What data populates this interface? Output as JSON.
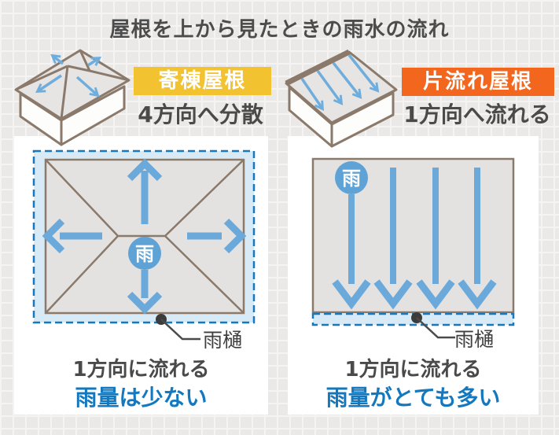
{
  "title": "屋根を上から見たときの雨水の流れ",
  "colors": {
    "badge_hip_bg": "#F2C230",
    "badge_shed_bg": "#F2661E",
    "arrow_blue": "#6CA9DB",
    "rain_circle_blue": "#5FA3D6",
    "gutter_fill": "#D8EAF6",
    "gutter_border_blue": "#1778BE",
    "roof_fill": "#E4E2E0",
    "roof_line_brown": "#8B7A6B",
    "caption_blue": "#1478BE",
    "text_dark": "#4A4A4A"
  },
  "hip": {
    "badge": "寄棟屋根",
    "subtitle": "4方向へ分散",
    "rain_label": "雨",
    "gutter_label": "雨樋",
    "caption_line1": "1方向に流れる",
    "caption_line2": "雨量は少ない"
  },
  "shed": {
    "badge": "片流れ屋根",
    "subtitle": "1方向へ流れる",
    "rain_label": "雨",
    "gutter_label": "雨樋",
    "caption_line1": "1方向に流れる",
    "caption_line2": "雨量がとても多い"
  }
}
